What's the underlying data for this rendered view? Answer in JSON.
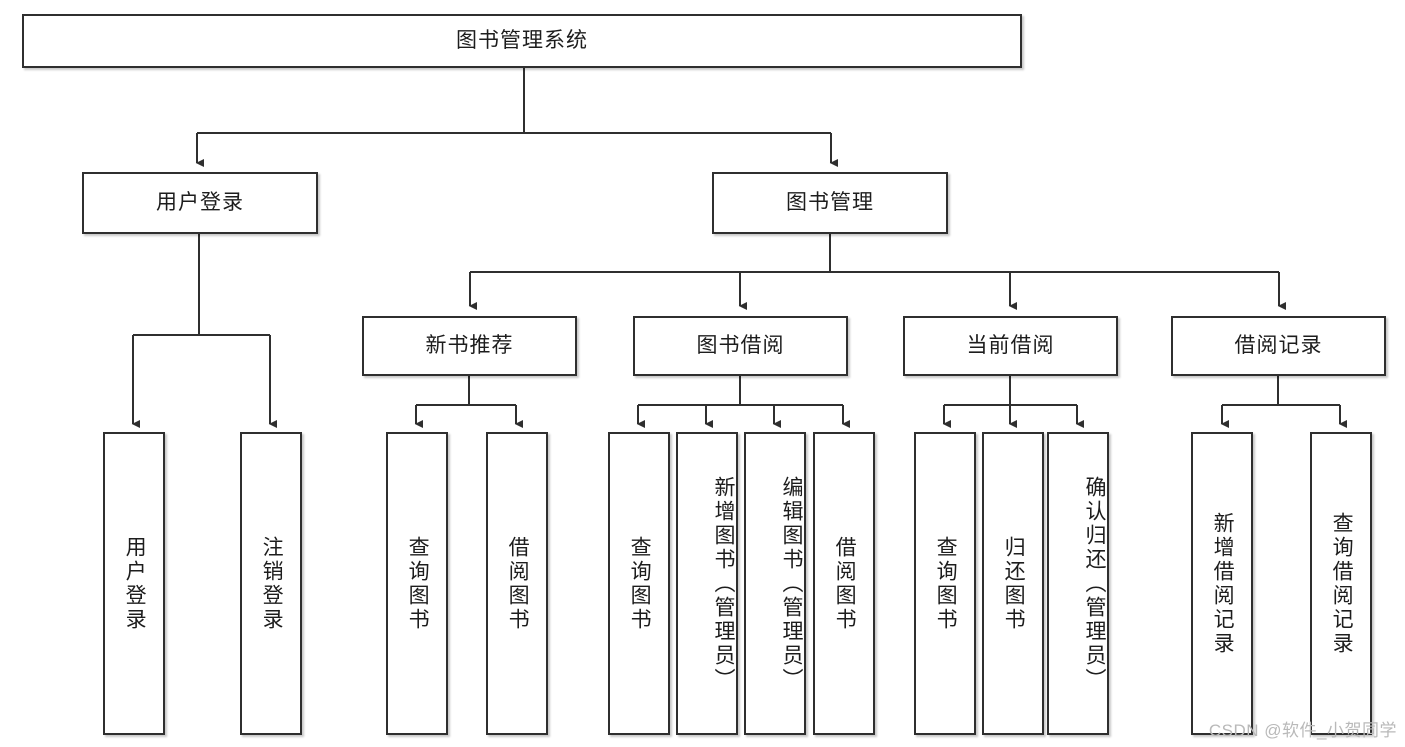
{
  "diagram": {
    "type": "tree-hierarchy",
    "title": "图书管理系统",
    "root": {
      "label": "图书管理系统"
    },
    "level2": [
      {
        "id": "user-login",
        "label": "用户登录"
      },
      {
        "id": "book-manage",
        "label": "图书管理"
      }
    ],
    "level3": [
      {
        "id": "new-book-recommend",
        "label": "新书推荐"
      },
      {
        "id": "book-borrow",
        "label": "图书借阅"
      },
      {
        "id": "current-borrow",
        "label": "当前借阅"
      },
      {
        "id": "borrow-record",
        "label": "借阅记录"
      }
    ],
    "leaves": {
      "user_login": [
        {
          "id": "leaf-user-login",
          "label": "用户登录"
        },
        {
          "id": "leaf-logout-login",
          "label": "注销登录"
        }
      ],
      "new_book_recommend": [
        {
          "id": "leaf-query-book-1",
          "label": "查询图书"
        },
        {
          "id": "leaf-borrow-book-1",
          "label": "借阅图书"
        }
      ],
      "book_borrow": [
        {
          "id": "leaf-query-book-2",
          "label": "查询图书"
        },
        {
          "id": "leaf-add-book",
          "label": "新增图书（管理员）"
        },
        {
          "id": "leaf-edit-book",
          "label": "编辑图书（管理员）"
        },
        {
          "id": "leaf-borrow-book-2",
          "label": "借阅图书"
        }
      ],
      "current_borrow": [
        {
          "id": "leaf-query-book-3",
          "label": "查询图书"
        },
        {
          "id": "leaf-return-book",
          "label": "归还图书"
        },
        {
          "id": "leaf-confirm-return",
          "label": "确认归还（管理员）"
        }
      ],
      "borrow_record": [
        {
          "id": "leaf-add-record",
          "label": "新增借阅记录"
        },
        {
          "id": "leaf-query-record",
          "label": "查询借阅记录"
        }
      ]
    },
    "colors": {
      "stroke": "#2f2f2f",
      "fill": "#ffffff",
      "text": "#1d1d1d",
      "watermark": "#b9b9b9"
    }
  },
  "watermark": {
    "text": "CSDN @软件_小贺同学"
  }
}
